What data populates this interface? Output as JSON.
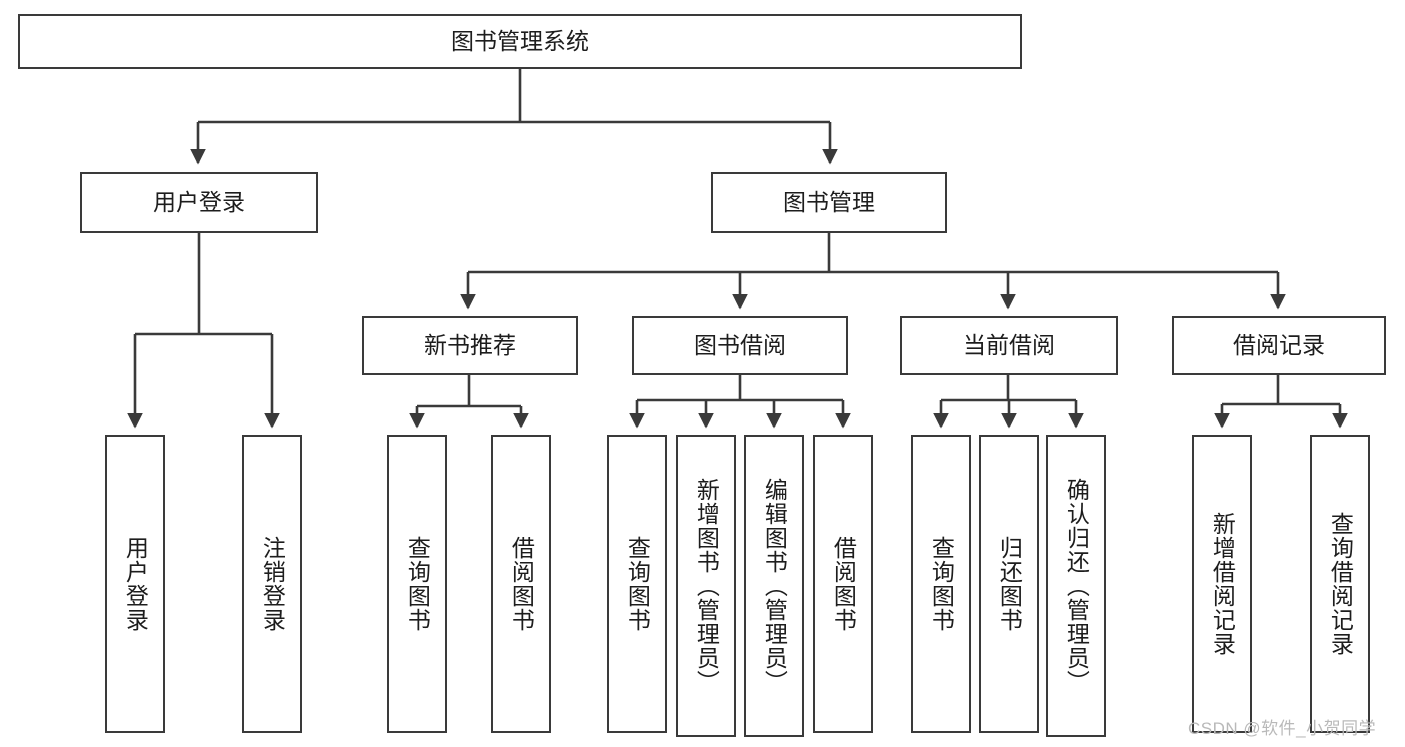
{
  "diagram": {
    "type": "tree-hierarchy",
    "title": "图书管理系统",
    "watermark": "CSDN @软件_小贺同学",
    "colors": {
      "box_border": "#3a3a3a",
      "box_fill": "#ffffff",
      "connector": "#3a3a3a",
      "text": "#1d1d1d",
      "watermark": "#b9b9b9"
    },
    "nodes": {
      "root": {
        "label": "图书管理系统",
        "level": 0,
        "orientation": "horizontal"
      },
      "l1": [
        {
          "id": "user-login",
          "label": "用户登录",
          "orientation": "horizontal"
        },
        {
          "id": "book-manage",
          "label": "图书管理",
          "orientation": "horizontal"
        }
      ],
      "l2": [
        {
          "id": "new-book-recommend",
          "label": "新书推荐",
          "orientation": "horizontal",
          "parent": "book-manage"
        },
        {
          "id": "book-borrow",
          "label": "图书借阅",
          "orientation": "horizontal",
          "parent": "book-manage"
        },
        {
          "id": "current-borrow",
          "label": "当前借阅",
          "orientation": "horizontal",
          "parent": "book-manage"
        },
        {
          "id": "borrow-record",
          "label": "借阅记录",
          "orientation": "horizontal",
          "parent": "book-manage"
        }
      ],
      "leaves": [
        {
          "id": "leaf-user-login",
          "label": "用户登录",
          "parent": "user-login",
          "orientation": "vertical"
        },
        {
          "id": "leaf-logout-login",
          "label": "注销登录",
          "parent": "user-login",
          "orientation": "vertical"
        },
        {
          "id": "leaf-query-book-1",
          "label": "查询图书",
          "parent": "new-book-recommend",
          "orientation": "vertical"
        },
        {
          "id": "leaf-borrow-book-1",
          "label": "借阅图书",
          "parent": "new-book-recommend",
          "orientation": "vertical"
        },
        {
          "id": "leaf-query-book-2",
          "label": "查询图书",
          "parent": "book-borrow",
          "orientation": "vertical"
        },
        {
          "id": "leaf-add-book",
          "label": "新增图书（管理员）",
          "parent": "book-borrow",
          "orientation": "vertical"
        },
        {
          "id": "leaf-edit-book",
          "label": "编辑图书（管理员）",
          "parent": "book-borrow",
          "orientation": "vertical"
        },
        {
          "id": "leaf-borrow-book-2",
          "label": "借阅图书",
          "parent": "book-borrow",
          "orientation": "vertical"
        },
        {
          "id": "leaf-query-book-3",
          "label": "查询图书",
          "parent": "current-borrow",
          "orientation": "vertical"
        },
        {
          "id": "leaf-return-book",
          "label": "归还图书",
          "parent": "current-borrow",
          "orientation": "vertical"
        },
        {
          "id": "leaf-confirm-return",
          "label": "确认归还（管理员）",
          "parent": "current-borrow",
          "orientation": "vertical"
        },
        {
          "id": "leaf-add-record",
          "label": "新增借阅记录",
          "parent": "borrow-record",
          "orientation": "vertical"
        },
        {
          "id": "leaf-query-record",
          "label": "查询借阅记录",
          "parent": "borrow-record",
          "orientation": "vertical"
        }
      ]
    }
  }
}
